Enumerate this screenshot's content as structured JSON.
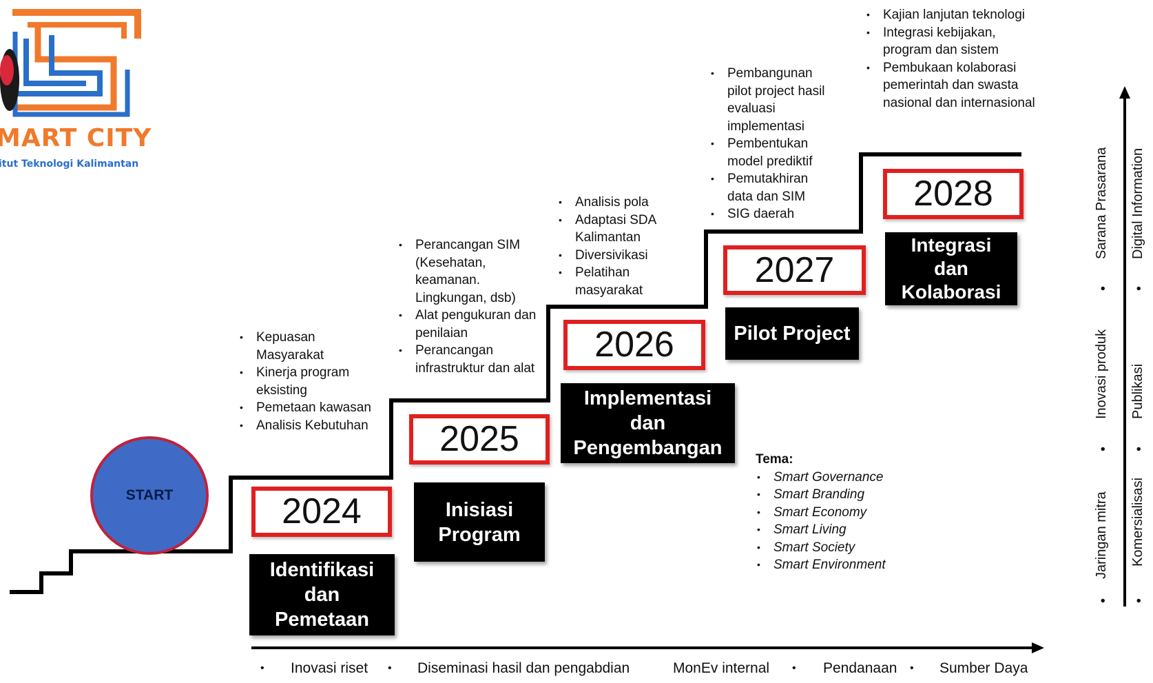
{
  "logo": {
    "title": "MART CITY",
    "subtitle": "itut Teknologi Kalimantan"
  },
  "start_label": "START",
  "stages": [
    {
      "year": "2024",
      "phase": [
        "Identifikasi",
        "dan",
        "Pemetaan"
      ],
      "bullets": [
        "Kepuasan Masyarakat",
        "Kinerja program eksisting",
        "Pemetaan kawasan",
        "Analisis Kebutuhan"
      ]
    },
    {
      "year": "2025",
      "phase": [
        "Inisiasi",
        "Program"
      ],
      "bullets": [
        "Perancangan SIM (Kesehatan, keamanan. Lingkungan, dsb)",
        "Alat pengukuran dan penilaian",
        "Perancangan infrastruktur dan alat"
      ]
    },
    {
      "year": "2026",
      "phase": [
        "Implementasi",
        "dan",
        "Pengembangan"
      ],
      "bullets": [
        "Analisis pola",
        "Adaptasi SDA Kalimantan",
        "Diversivikasi",
        "Pelatihan masyarakat"
      ]
    },
    {
      "year": "2027",
      "phase": [
        "Pilot Project"
      ],
      "bullets": [
        "Pembangunan pilot project hasil evaluasi implementasi",
        "Pembentukan model prediktif",
        "Pemutakhiran data dan SIM",
        "SIG daerah"
      ]
    },
    {
      "year": "2028",
      "phase": [
        "Integrasi",
        "dan",
        "Kolaborasi"
      ],
      "bullets": [
        "Kajian lanjutan teknologi",
        "Integrasi kebijakan, program dan sistem",
        "Pembukaan kolaborasi pemerintah dan swasta nasional dan internasional"
      ]
    }
  ],
  "tema": {
    "title": "Tema:",
    "items": [
      "Smart Governance",
      "Smart Branding",
      "Smart Economy",
      "Smart Living",
      "Smart Society",
      "Smart Environment"
    ]
  },
  "bottom_axis": [
    "Inovasi riset",
    "Diseminasi hasil dan pengabdian",
    "MonEv internal",
    "Pendanaan",
    "Sumber Daya"
  ],
  "vertical_axis": {
    "left_column": [
      "Jaringan mitra",
      "Inovasi produk",
      "Sarana Prasarana"
    ],
    "right_column": [
      "Komersialisasi",
      "Publikasi",
      "Digital Information"
    ]
  },
  "colors": {
    "year_border": "#e02020",
    "phase_bg": "#000000",
    "start_fill": "#3f6bc6",
    "start_border": "#c0223a",
    "logo_orange": "#f07a2c",
    "logo_blue": "#2a6fc9"
  }
}
